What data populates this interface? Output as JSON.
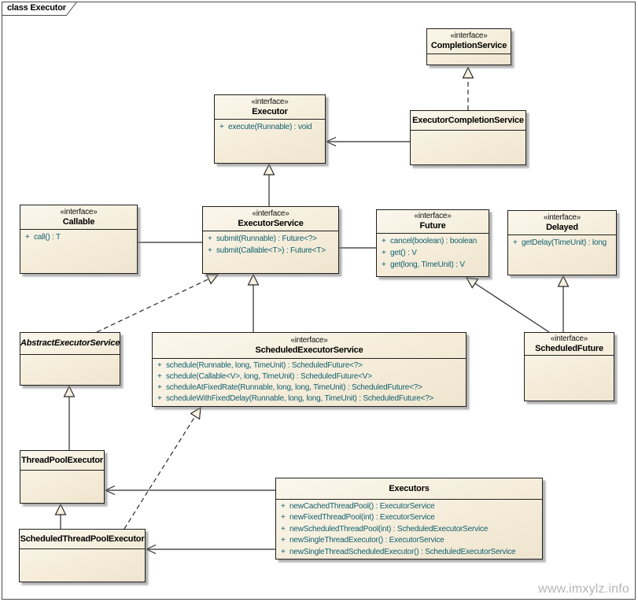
{
  "frame": {
    "label": "class Executor",
    "watermark": "www.imxylz.info"
  },
  "colors": {
    "line": "#2b2b2b",
    "arrow_fill": "#f8f2e2",
    "box_fill_light": "#fbf7ed",
    "box_fill_dark": "#efe5cf",
    "method_text": "#11606e",
    "watermark_text": "#b5b5b5"
  },
  "classes": {
    "completion_service": {
      "stereotype": "«interface»",
      "name": "CompletionService"
    },
    "executor": {
      "stereotype": "«interface»",
      "name": "Executor",
      "methods": [
        {
          "vis": "+",
          "sig": "execute(Runnable) : void"
        }
      ]
    },
    "executor_completion_service": {
      "name": "ExecutorCompletionService"
    },
    "callable": {
      "stereotype": "«interface»",
      "name": "Callable",
      "methods": [
        {
          "vis": "+",
          "sig": "call() : T"
        }
      ]
    },
    "executor_service": {
      "stereotype": "«interface»",
      "name": "ExecutorService",
      "methods": [
        {
          "vis": "+",
          "sig": "submit(Runnable) : Future<?>"
        },
        {
          "vis": "+",
          "sig": "submit(Callable<T>) : Future<T>"
        }
      ]
    },
    "future": {
      "stereotype": "«interface»",
      "name": "Future",
      "methods": [
        {
          "vis": "+",
          "sig": "cancel(boolean) : boolean"
        },
        {
          "vis": "+",
          "sig": "get() : V"
        },
        {
          "vis": "+",
          "sig": "get(long, TimeUnit) : V"
        }
      ]
    },
    "delayed": {
      "stereotype": "«interface»",
      "name": "Delayed",
      "methods": [
        {
          "vis": "+",
          "sig": "getDelay(TimeUnit) : long"
        }
      ]
    },
    "abstract_executor_service": {
      "name": "AbstractExecutorService"
    },
    "scheduled_executor_service": {
      "stereotype": "«interface»",
      "name": "ScheduledExecutorService",
      "methods": [
        {
          "vis": "+",
          "sig": "schedule(Runnable, long, TimeUnit) : ScheduledFuture<?>"
        },
        {
          "vis": "+",
          "sig": "schedule(Callable<V>, long, TimeUnit) : ScheduledFuture<V>"
        },
        {
          "vis": "+",
          "sig": "scheduleAtFixedRate(Runnable, long, long, TimeUnit) : ScheduledFuture<?>"
        },
        {
          "vis": "+",
          "sig": "scheduleWithFixedDelay(Runnable, long, long, TimeUnit) : ScheduledFuture<?>"
        }
      ]
    },
    "scheduled_future": {
      "stereotype": "«interface»",
      "name": "ScheduledFuture"
    },
    "thread_pool_executor": {
      "name": "ThreadPoolExecutor"
    },
    "executors": {
      "name": "Executors",
      "methods": [
        {
          "vis": "+",
          "sig": "newCachedThreadPool() : ExecutorService"
        },
        {
          "vis": "+",
          "sig": "newFixedThreadPool(int) : ExecutorService"
        },
        {
          "vis": "+",
          "sig": "newScheduledThreadPool(int) : ScheduledExecutorService"
        },
        {
          "vis": "+",
          "sig": "newSingleThreadExecutor() : ExecutorService"
        },
        {
          "vis": "+",
          "sig": "newSingleThreadScheduledExecutor() : ScheduledExecutorService"
        }
      ]
    },
    "scheduled_thread_pool_executor": {
      "name": "ScheduledThreadPoolExecutor"
    }
  },
  "edges": [
    {
      "name": "executorcompletionservice-implements-completionservice",
      "type": "realization",
      "points": [
        [
          595,
          140
        ],
        [
          595,
          86
        ]
      ]
    },
    {
      "name": "executorcompletionservice-uses-executor",
      "type": "association",
      "points": [
        [
          521,
          180
        ],
        [
          415,
          180
        ]
      ]
    },
    {
      "name": "executorservice-extends-executor",
      "type": "generalization",
      "points": [
        [
          342,
          262
        ],
        [
          342,
          209
        ]
      ]
    },
    {
      "name": "callable-association-executorservice",
      "type": "plain",
      "points": [
        [
          175,
          308
        ],
        [
          257,
          308
        ]
      ]
    },
    {
      "name": "executorservice-association-future",
      "type": "plain",
      "points": [
        [
          431,
          315
        ],
        [
          478,
          315
        ]
      ]
    },
    {
      "name": "abstractexecutorservice-implements-executorservice",
      "type": "realization",
      "points": [
        [
          123,
          422
        ],
        [
          277,
          349
        ]
      ]
    },
    {
      "name": "scheduledexecutorservice-extends-executorservice",
      "type": "generalization",
      "points": [
        [
          322,
          422
        ],
        [
          322,
          349
        ]
      ]
    },
    {
      "name": "scheduledfuture-extends-future",
      "type": "generalization",
      "points": [
        [
          698,
          422
        ],
        [
          593,
          353
        ]
      ]
    },
    {
      "name": "scheduledfuture-extends-delayed",
      "type": "generalization",
      "points": [
        [
          716,
          422
        ],
        [
          716,
          351
        ]
      ]
    },
    {
      "name": "threadpoolexecutor-extends-abstractexecutorservice",
      "type": "generalization",
      "points": [
        [
          88,
          572
        ],
        [
          88,
          491
        ]
      ]
    },
    {
      "name": "scheduledthreadpoolexecutor-extends-threadpoolexecutor",
      "type": "generalization",
      "points": [
        [
          77,
          672
        ],
        [
          77,
          641
        ]
      ]
    },
    {
      "name": "scheduledthreadpoolexecutor-implements-scheduledexecutorservice",
      "type": "realization",
      "points": [
        [
          158,
          672
        ],
        [
          255,
          518
        ]
      ]
    },
    {
      "name": "executors-creates-threadpoolexecutor",
      "type": "association",
      "points": [
        [
          350,
          623
        ],
        [
          134,
          623
        ]
      ]
    },
    {
      "name": "executors-creates-scheduledthreadpoolexecutor",
      "type": "association",
      "points": [
        [
          350,
          698
        ],
        [
          186,
          698
        ]
      ]
    }
  ]
}
